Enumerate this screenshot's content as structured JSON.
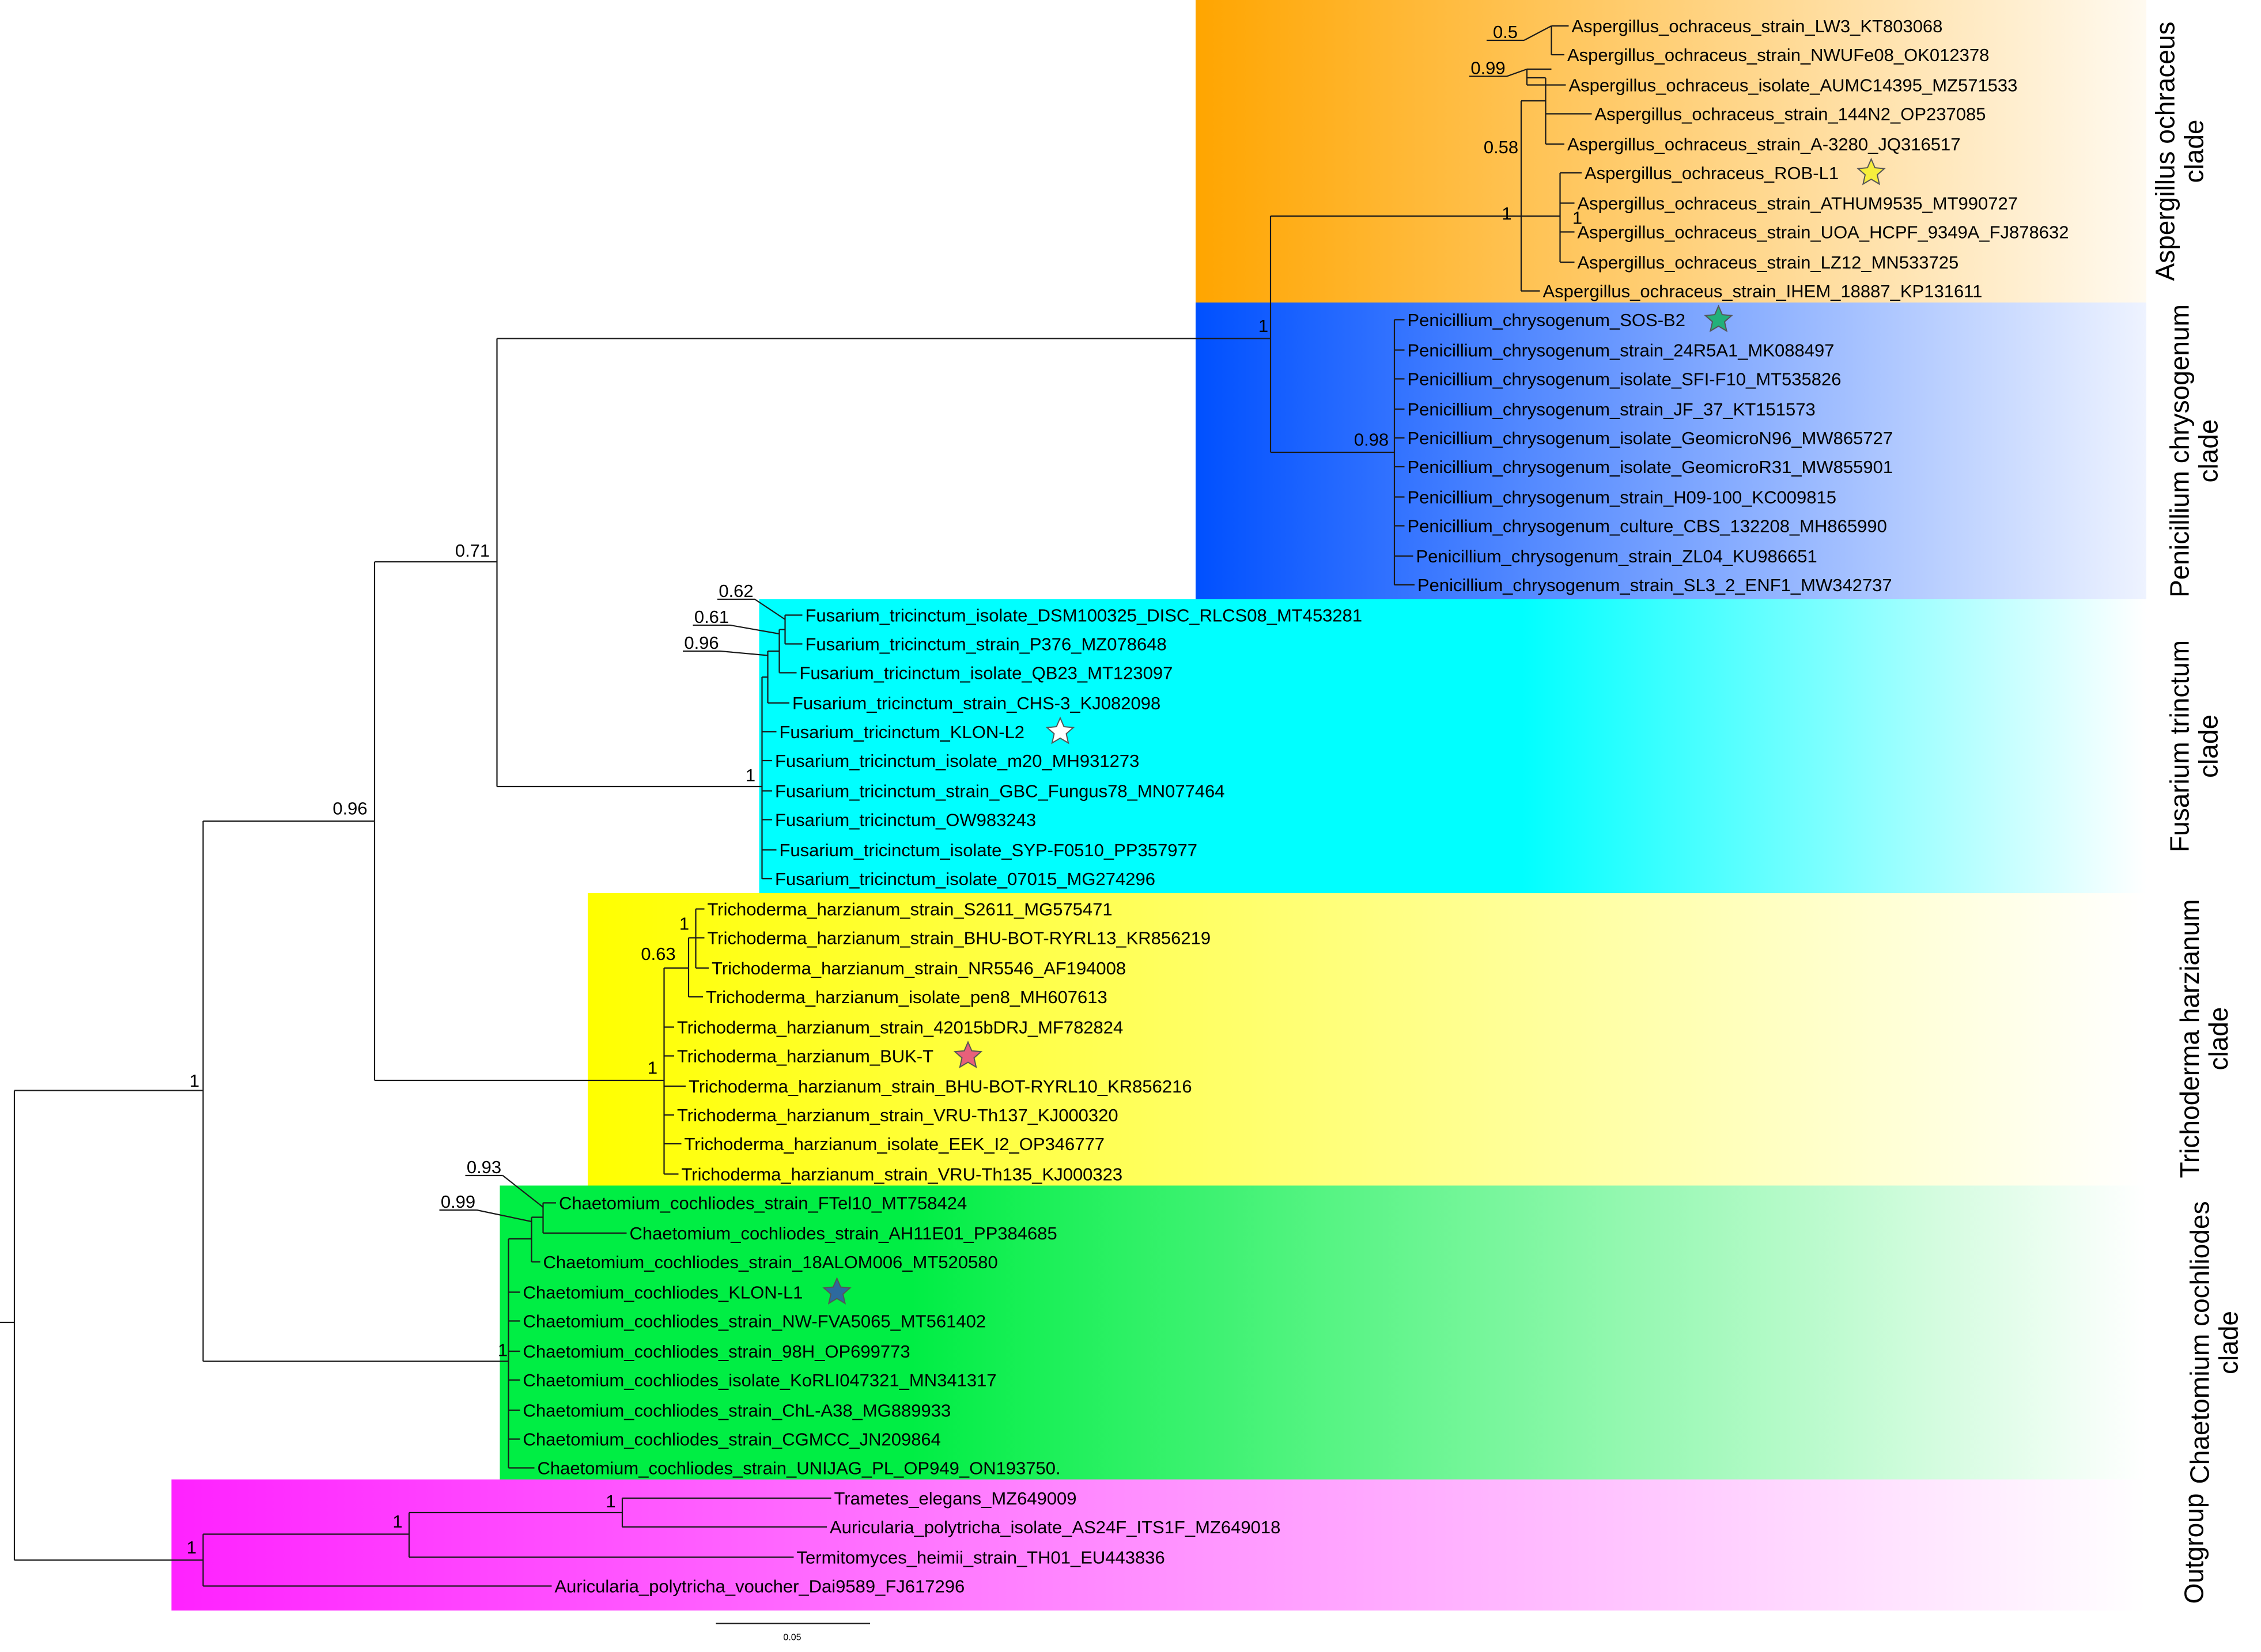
{
  "clades": [
    {
      "id": "aspergillus",
      "lines": [
        "Aspergillus ochraceus",
        "clade"
      ],
      "color": "#ffa500"
    },
    {
      "id": "penicillium",
      "lines": [
        "Penicillium chrysogenum",
        "clade"
      ],
      "color": "#0050ff"
    },
    {
      "id": "fusarium",
      "lines": [
        "Fusarium trinctum",
        "clade"
      ],
      "color": "#00ffff"
    },
    {
      "id": "trichoderma",
      "lines": [
        "Trichoderma harzianum",
        "clade"
      ],
      "color": "#ffff00"
    },
    {
      "id": "chaetomium",
      "lines": [
        "Chaetomium cochliodes",
        "clade"
      ],
      "color": "#00ee44"
    },
    {
      "id": "outgroup",
      "lines": [
        "Outgroup"
      ],
      "color": "#ff22ff"
    }
  ],
  "tips": {
    "asp1": "Aspergillus_ochraceus_strain_LW3_KT803068",
    "asp2": "Aspergillus_ochraceus_strain_NWUFe08_OK012378",
    "asp3": "Aspergillus_ochraceus_isolate_AUMC14395_MZ571533",
    "asp4": "Aspergillus_ochraceus_strain_144N2_OP237085",
    "asp5": "Aspergillus_ochraceus_strain_A-3280_JQ316517",
    "asp6": "Aspergillus_ochraceus_ROB-L1",
    "asp7": "Aspergillus_ochraceus_strain_ATHUM9535_MT990727",
    "asp8": "Aspergillus_ochraceus_strain_UOA_HCPF_9349A_FJ878632",
    "asp9": "Aspergillus_ochraceus_strain_LZ12_MN533725",
    "asp10": "Aspergillus_ochraceus_strain_IHEM_18887_KP131611",
    "pen1": "Penicillium_chrysogenum_SOS-B2",
    "pen2": "Penicillium_chrysogenum_strain_24R5A1_MK088497",
    "pen3": "Penicillium_chrysogenum_isolate_SFI-F10_MT535826",
    "pen4": "Penicillium_chrysogenum_strain_JF_37_KT151573",
    "pen5": "Penicillium_chrysogenum_isolate_GeomicroN96_MW865727",
    "pen6": "Penicillium_chrysogenum_isolate_GeomicroR31_MW855901",
    "pen7": "Penicillium_chrysogenum_strain_H09-100_KC009815",
    "pen8": "Penicillium_chrysogenum_culture_CBS_132208_MH865990",
    "pen9": "Penicillium_chrysogenum_strain_ZL04_KU986651",
    "pen10": "Penicillium_chrysogenum_strain_SL3_2_ENF1_MW342737",
    "fus1": "Fusarium_tricinctum_isolate_DSM100325_DISC_RLCS08_MT453281",
    "fus2": "Fusarium_tricinctum_strain_P376_MZ078648",
    "fus3": "Fusarium_tricinctum_isolate_QB23_MT123097",
    "fus4": "Fusarium_tricinctum_strain_CHS-3_KJ082098",
    "fus5": "Fusarium_tricinctum_KLON-L2",
    "fus6": "Fusarium_tricinctum_isolate_m20_MH931273",
    "fus7": "Fusarium_tricinctum_strain_GBC_Fungus78_MN077464",
    "fus8": "Fusarium_tricinctum_OW983243",
    "fus9": "Fusarium_tricinctum_isolate_SYP-F0510_PP357977",
    "fus10": "Fusarium_tricinctum_isolate_07015_MG274296",
    "tri1": "Trichoderma_harzianum_strain_S2611_MG575471",
    "tri2": "Trichoderma_harzianum_strain_BHU-BOT-RYRL13_KR856219",
    "tri3": "Trichoderma_harzianum_strain_NR5546_AF194008",
    "tri4": "Trichoderma_harzianum_isolate_pen8_MH607613",
    "tri5": "Trichoderma_harzianum_strain_42015bDRJ_MF782824",
    "tri6": "Trichoderma_harzianum_BUK-T",
    "tri7": "Trichoderma_harzianum_strain_BHU-BOT-RYRL10_KR856216",
    "tri8": "Trichoderma_harzianum_strain_VRU-Th137_KJ000320",
    "tri9": "Trichoderma_harzianum_isolate_EEK_I2_OP346777",
    "tri10": "Trichoderma_harzianum_strain_VRU-Th135_KJ000323",
    "cha1": "Chaetomium_cochliodes_strain_FTel10_MT758424",
    "cha2": "Chaetomium_cochliodes_strain_AH11E01_PP384685",
    "cha3": "Chaetomium_cochliodes_strain_18ALOM006_MT520580",
    "cha4": "Chaetomium_cochliodes_KLON-L1",
    "cha5": "Chaetomium_cochliodes_strain_NW-FVA5065_MT561402",
    "cha6": "Chaetomium_cochliodes_strain_98H_OP699773",
    "cha7": "Chaetomium_cochliodes_isolate_KoRLI047321_MN341317",
    "cha8": "Chaetomium_cochliodes_strain_ChL-A38_MG889933",
    "cha9": "Chaetomium_cochliodes_strain_CGMCC_JN209864",
    "cha10": "Chaetomium_cochliodes_strain_UNIJAG_PL_OP949_ON193750.",
    "out1": "Trametes_elegans_MZ649009",
    "out2": "Auricularia_polytricha_isolate_AS24F_ITS1F_MZ649018",
    "out3": "Termitomyces_heimii_strain_TH01_EU443836",
    "out4": "Auricularia_polytricha_voucher_Dai9589_FJ617296"
  },
  "supports": {
    "asp_a": "0.5",
    "asp_b": "0.99",
    "asp_c": "0.58",
    "asp_d": "1",
    "asp_e": "1",
    "asp_pen": "1",
    "pen": "0.98",
    "fus_a": "0.62",
    "fus_b": "0.61",
    "fus_c": "0.96",
    "fus": "1",
    "upper": "0.71",
    "tri_a": "1",
    "tri_b": "0.63",
    "tri": "1",
    "mid": "0.96",
    "cha_a": "0.93",
    "cha_b": "0.99",
    "cha": "1",
    "ingroup": "1",
    "out_a": "1",
    "out_b": "1",
    "out": "1"
  },
  "stars": [
    {
      "tip": "asp6",
      "color": "#f6ee3c"
    },
    {
      "tip": "pen1",
      "color": "#22b07a"
    },
    {
      "tip": "fus5",
      "color": "#ffffff"
    },
    {
      "tip": "tri6",
      "color": "#e8607a"
    },
    {
      "tip": "cha4",
      "color": "#2d6a9e"
    }
  ],
  "scale_bar": {
    "label": "0.05"
  }
}
